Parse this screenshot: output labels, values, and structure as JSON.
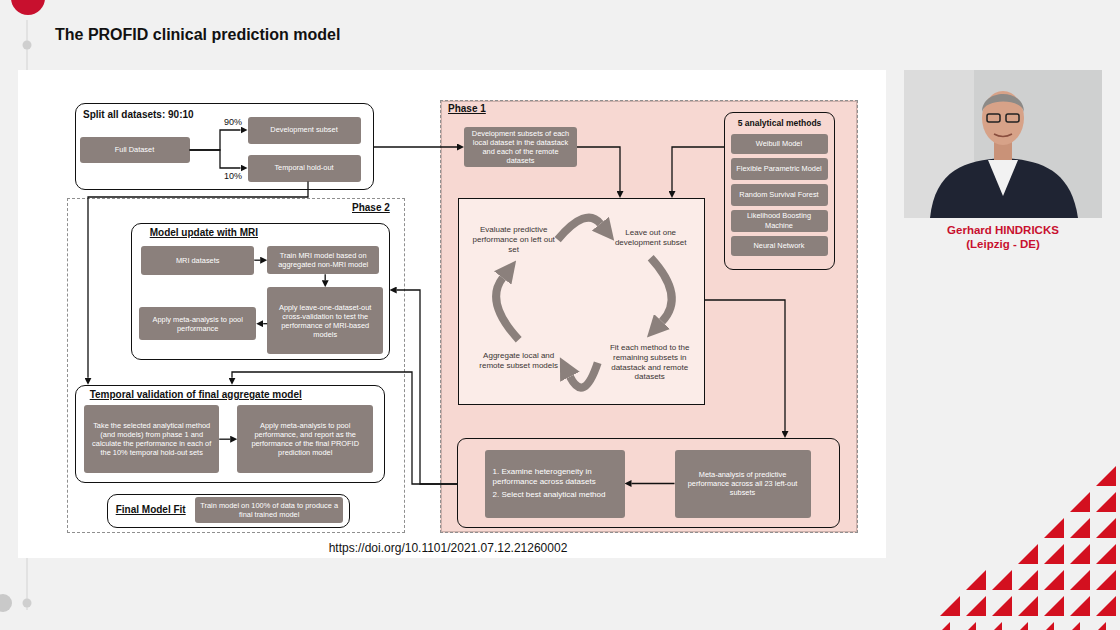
{
  "diagram": {
    "title": "The PROFID clinical prediction model",
    "caption": "https://doi.org/10.1101/2021.07.12.21260002",
    "nodes": [
      {
        "text": [
          "Split all datasets: 90:10"
        ]
      },
      {
        "text": [
          "Full Dataset"
        ],
        "in": 0
      },
      {
        "text": [
          "Development subset"
        ],
        "in": 0
      },
      {
        "text": [
          "Temporal hold-out"
        ],
        "in": 0
      },
      {
        "text": [
          "Phase 1"
        ]
      },
      {
        "text": [
          "Development subsets of each local dataset in the datastack and each of the remote datasets"
        ],
        "in": 4
      },
      {
        "text": [
          "5 analytical methods"
        ],
        "in": 4
      },
      {
        "text": [
          "Weibull Model"
        ],
        "in": 6
      },
      {
        "text": [
          "Flexible Parametric Model"
        ],
        "in": 6
      },
      {
        "text": [
          "Random Survival Forest"
        ],
        "in": 6
      },
      {
        "text": [
          "Likelihood Boosting Machine"
        ],
        "in": 6
      },
      {
        "text": [
          "Neural Network"
        ],
        "in": 6
      },
      {
        "text": [],
        "in": 4
      },
      {
        "text": [
          "Leave out one development subset"
        ],
        "in": 12
      },
      {
        "text": [
          "Fit each method to the remaining subsets in datastack and remote datasets"
        ],
        "in": 12
      },
      {
        "text": [
          "Aggregate local and remote subset models"
        ],
        "in": 12
      },
      {
        "text": [
          "Evaluate predictive performance on left out set"
        ],
        "in": 12
      },
      {
        "text": [],
        "in": 4
      },
      {
        "text": [
          "1. Examine heterogeneity in performance across datasets",
          "2. Select best analytical method"
        ],
        "in": 17
      },
      {
        "text": [
          "Meta-analysis of predictive performance across all 23 left-out subsets"
        ],
        "in": 17
      },
      {
        "text": [
          "Phase 2"
        ]
      },
      {
        "text": [
          "Model update with MRI"
        ],
        "in": 20
      },
      {
        "text": [
          "MRI datasets"
        ],
        "in": 21
      },
      {
        "text": [
          "Train MRI model based on aggregated non-MRI model"
        ],
        "in": 21
      },
      {
        "text": [
          "Apply leave-one-dataset-out cross-validation to test the performance of MRI-based models"
        ],
        "in": 21
      },
      {
        "text": [
          "Apply meta-analysis to pool performance"
        ],
        "in": 21
      },
      {
        "text": [
          "Temporal validation of final aggregate model"
        ],
        "in": 20
      },
      {
        "text": [
          "Take the selected analytical method (and models) from phase 1 and calculate the performance in each of the 10% temporal hold-out sets"
        ],
        "in": 26
      },
      {
        "text": [
          "Apply meta-analysis to pool performance, and report as the performance of the final PROFID prediction model"
        ],
        "in": 26
      },
      {
        "text": [
          "Final Model Fit"
        ],
        "in": 20
      },
      {
        "text": [
          "Train model on 100% of data to produce a final trained model"
        ],
        "in": 29
      }
    ],
    "edges": [
      {
        "from": 1,
        "to": 2,
        "arrow": "to",
        "label": "90%"
      },
      {
        "from": 1,
        "to": 3,
        "arrow": "to",
        "label": "10%"
      },
      {
        "from": 0,
        "to": 5,
        "arrow": "to"
      },
      {
        "from": 5,
        "to": 12,
        "arrow": "to"
      },
      {
        "from": 6,
        "to": 12,
        "arrow": "to"
      },
      {
        "from": 16,
        "to": 13,
        "arrow": "to"
      },
      {
        "from": 13,
        "to": 14,
        "arrow": "to"
      },
      {
        "from": 14,
        "to": 15,
        "arrow": "to"
      },
      {
        "from": 15,
        "to": 16,
        "arrow": "to"
      },
      {
        "from": 12,
        "to": 17,
        "arrow": "to"
      },
      {
        "from": 19,
        "to": 18,
        "arrow": "to"
      },
      {
        "from": 17,
        "to": 21,
        "arrow": "to"
      },
      {
        "from": 17,
        "to": 26,
        "arrow": "to"
      },
      {
        "from": 3,
        "to": 26,
        "arrow": "to"
      },
      {
        "from": 22,
        "to": 23,
        "arrow": "to"
      },
      {
        "from": 23,
        "to": 24,
        "arrow": "to"
      },
      {
        "from": 24,
        "to": 25,
        "arrow": "to"
      },
      {
        "from": 27,
        "to": 28,
        "arrow": "to"
      }
    ],
    "labels": [
      "Gerhard HINDRICKS",
      "(Leipzig - DE)"
    ]
  }
}
